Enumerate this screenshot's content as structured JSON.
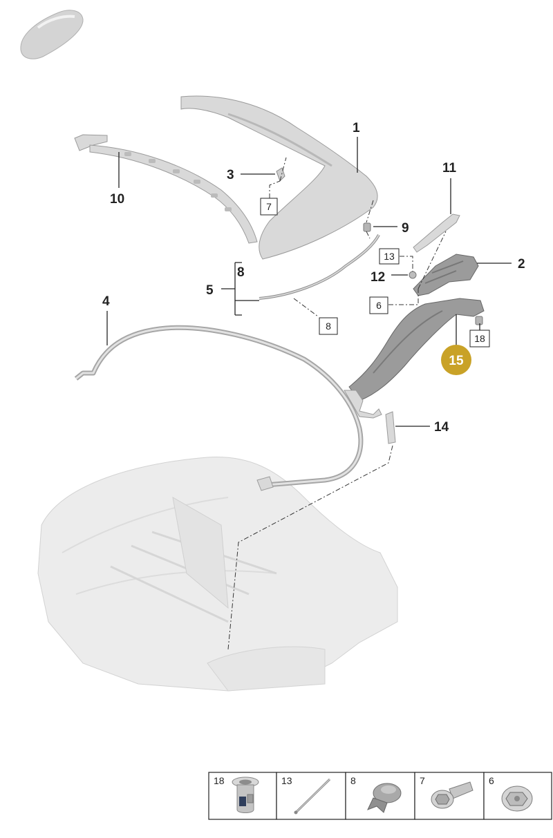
{
  "colors": {
    "highlight_fill": "#c9a227",
    "part_fill": "#d9d9d9",
    "part_dark": "#9b9b9b",
    "body_ghost": "#ececec",
    "line": "#222222"
  },
  "icons": [
    "car-thumbnail-icon",
    "clip-18-icon",
    "wire-13-icon",
    "plug-8-icon",
    "bolt-7-icon",
    "nut-6-icon"
  ],
  "labels": {
    "l1": "1",
    "l2": "2",
    "l3": "3",
    "l4": "4",
    "l5": "5",
    "l8": "8",
    "l9": "9",
    "l10": "10",
    "l11": "11",
    "l12": "12",
    "l14": "14"
  },
  "boxed": {
    "b7": "7",
    "b13": "13",
    "b6": "6",
    "b8": "8",
    "b18": "18"
  },
  "highlight": {
    "label": "15"
  },
  "parts_table": [
    {
      "num": "18",
      "icon": "clip-18-icon"
    },
    {
      "num": "13",
      "icon": "wire-13-icon"
    },
    {
      "num": "8",
      "icon": "plug-8-icon"
    },
    {
      "num": "7",
      "icon": "bolt-7-icon"
    },
    {
      "num": "6",
      "icon": "nut-6-icon"
    }
  ]
}
